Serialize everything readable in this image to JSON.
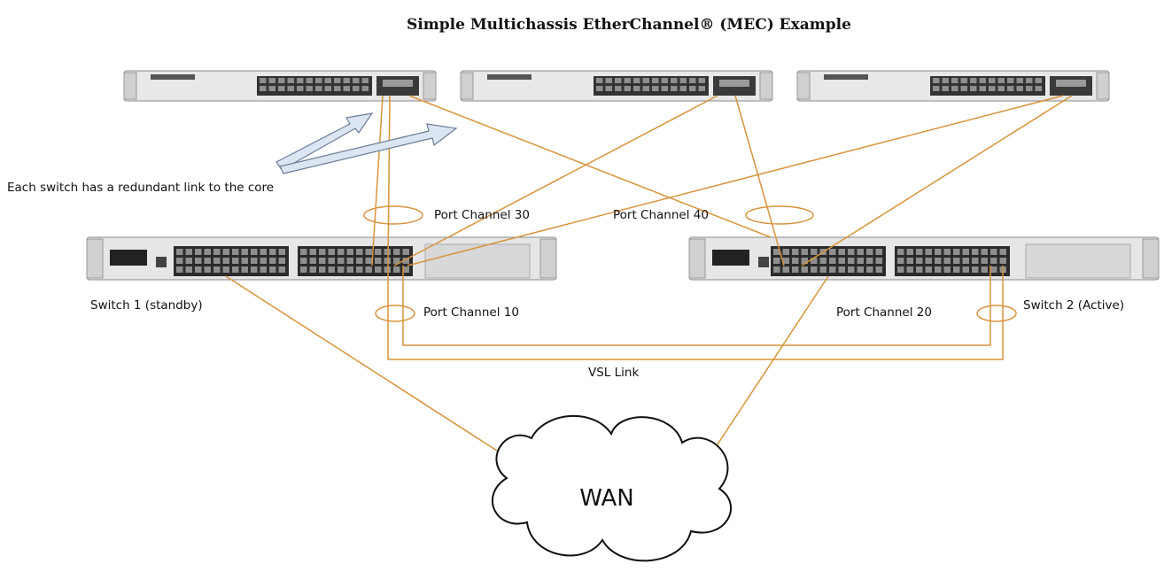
{
  "title": "Simple Multichassis EtherChannel® (MEC) Example",
  "annotation": "Each switch has a redundant link to the core",
  "switch1_label": "Switch 1 (standby)",
  "switch2_label": "Switch 2 (Active)",
  "port_channels": {
    "pc10": "Port Channel 10",
    "pc20": "Port Channel 20",
    "pc30": "Port Channel 30",
    "pc40": "Port Channel 40"
  },
  "vsl_label": "VSL Link",
  "wan_label": "WAN",
  "colors": {
    "link": "#d9933a",
    "arrow_fill": "#dce6f2",
    "arrow_stroke": "#6a7f99",
    "chassis": "#e6e6e6",
    "port_dark": "#2b2b2b"
  }
}
